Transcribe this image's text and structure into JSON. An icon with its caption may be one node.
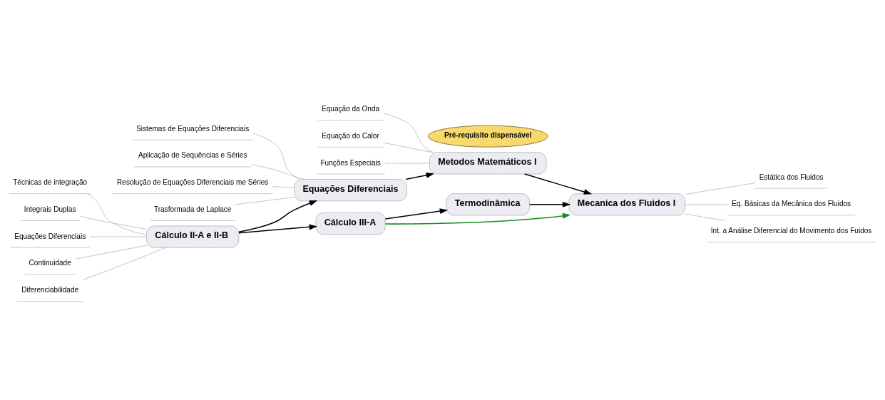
{
  "diagram": {
    "nodes": [
      {
        "text": [
          "Cálculo II-A e II-B"
        ]
      },
      {
        "text": [
          "Equações Diferenciais"
        ]
      },
      {
        "text": [
          "Metodos Matemáticos I"
        ]
      },
      {
        "text": [
          "Cálculo III-A"
        ]
      },
      {
        "text": [
          "Termodinâmica"
        ]
      },
      {
        "text": [
          "Mecanica dos Fluidos I"
        ]
      },
      {
        "text": [
          "Pré-requisito dispensável"
        ]
      },
      {
        "text": [
          "Técnicas de integração"
        ]
      },
      {
        "text": [
          "Integrais Duplas"
        ]
      },
      {
        "text": [
          "Equações Diferenciais"
        ]
      },
      {
        "text": [
          "Continuidade"
        ]
      },
      {
        "text": [
          "Diferenciabilidade"
        ]
      },
      {
        "text": [
          "Sistemas de Equações Diferenciais"
        ]
      },
      {
        "text": [
          "Aplicação de Sequências e Séries"
        ]
      },
      {
        "text": [
          "Resolução de Equações Diferenciais me Séries"
        ]
      },
      {
        "text": [
          "Trasformada de Laplace"
        ]
      },
      {
        "text": [
          "Equação da Onda"
        ]
      },
      {
        "text": [
          "Equação do Calor"
        ]
      },
      {
        "text": [
          "Funções Especiais"
        ]
      },
      {
        "text": [
          "Estática dos Fluidos"
        ]
      },
      {
        "text": [
          "Eq. Básicas da Mecânica dos Fluidos"
        ]
      },
      {
        "text": [
          "Int. a Análise Diferencial do Movimento dos Fuidos"
        ]
      }
    ],
    "edges": [
      {
        "from": 0,
        "to": 1,
        "arrow": "to",
        "color": "#000000"
      },
      {
        "from": 0,
        "to": 3,
        "arrow": "to",
        "color": "#000000"
      },
      {
        "from": 1,
        "to": 2,
        "arrow": "to",
        "color": "#000000"
      },
      {
        "from": 2,
        "to": 5,
        "arrow": "to",
        "color": "#000000"
      },
      {
        "from": 3,
        "to": 5,
        "arrow": "to",
        "color": "#1a8a1a"
      },
      {
        "from": 3,
        "to": 4,
        "arrow": "to",
        "color": "#000000"
      },
      {
        "from": 4,
        "to": 5,
        "arrow": "to",
        "color": "#000000"
      },
      {
        "from": 7,
        "to": 0,
        "arrow": "none",
        "color": "#b8b8b8"
      },
      {
        "from": 8,
        "to": 0,
        "arrow": "none",
        "color": "#b8b8b8"
      },
      {
        "from": 9,
        "to": 0,
        "arrow": "none",
        "color": "#b8b8b8"
      },
      {
        "from": 10,
        "to": 0,
        "arrow": "none",
        "color": "#b8b8b8"
      },
      {
        "from": 11,
        "to": 0,
        "arrow": "none",
        "color": "#b8b8b8"
      },
      {
        "from": 12,
        "to": 1,
        "arrow": "none",
        "color": "#b8b8b8"
      },
      {
        "from": 13,
        "to": 1,
        "arrow": "none",
        "color": "#b8b8b8"
      },
      {
        "from": 14,
        "to": 1,
        "arrow": "none",
        "color": "#b8b8b8"
      },
      {
        "from": 15,
        "to": 1,
        "arrow": "none",
        "color": "#b8b8b8"
      },
      {
        "from": 16,
        "to": 2,
        "arrow": "none",
        "color": "#b8b8b8"
      },
      {
        "from": 17,
        "to": 2,
        "arrow": "none",
        "color": "#b8b8b8"
      },
      {
        "from": 18,
        "to": 2,
        "arrow": "none",
        "color": "#b8b8b8"
      },
      {
        "from": 5,
        "to": 19,
        "arrow": "none",
        "color": "#b8b8b8"
      },
      {
        "from": 5,
        "to": 20,
        "arrow": "none",
        "color": "#b8b8b8"
      },
      {
        "from": 5,
        "to": 21,
        "arrow": "none",
        "color": "#b8b8b8"
      }
    ]
  }
}
